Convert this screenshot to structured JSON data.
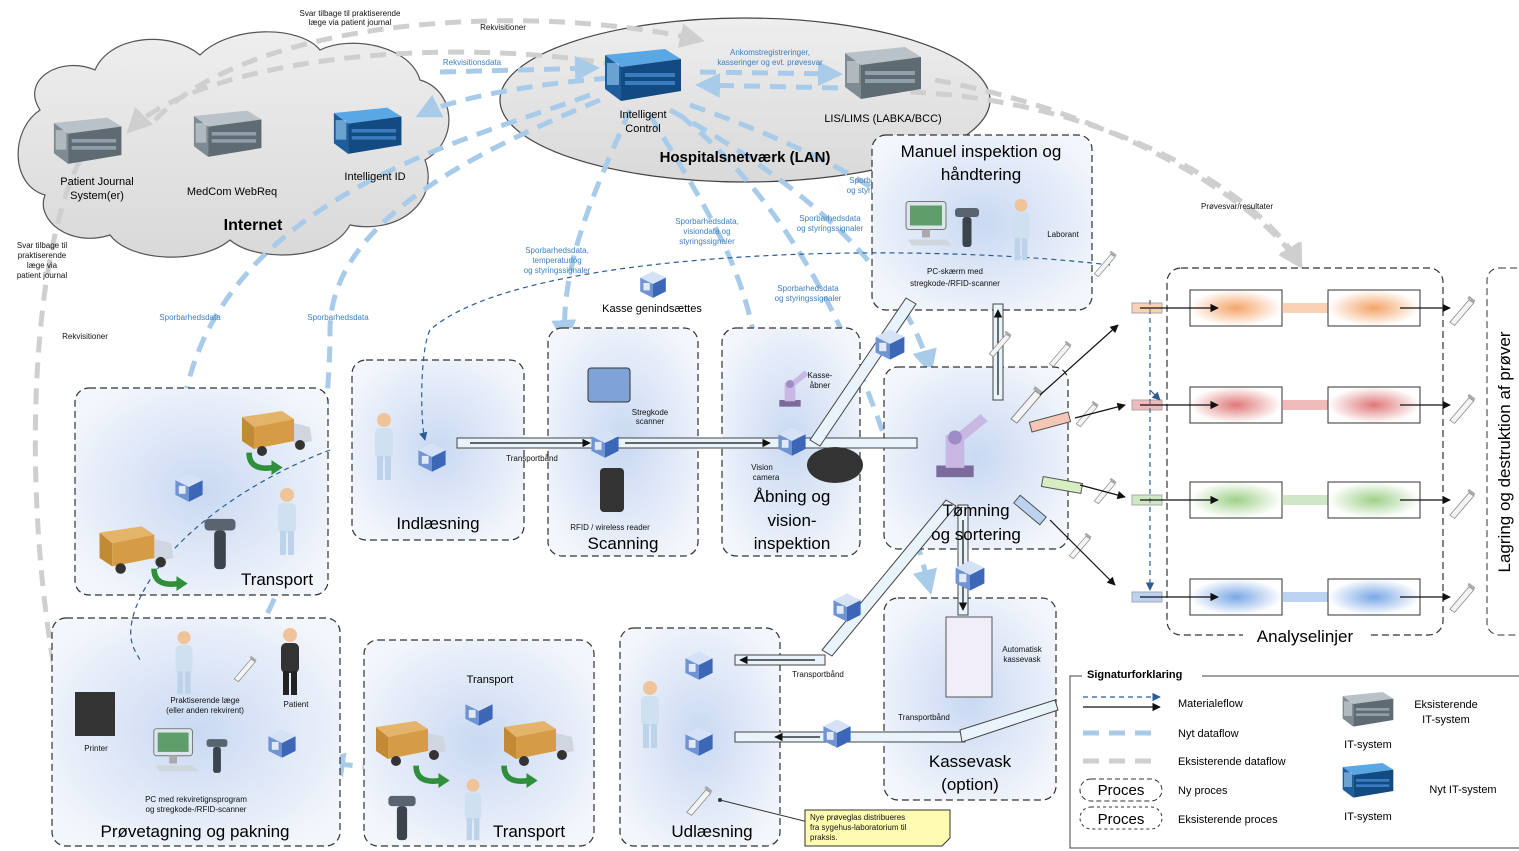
{
  "clouds": {
    "internet": {
      "title": "Internet",
      "servers": [
        {
          "label1": "Patient Journal",
          "label2": "System(er)"
        },
        {
          "label1": "MedCom WebReq",
          "label2": ""
        },
        {
          "label1": "Intelligent ID",
          "label2": ""
        }
      ]
    },
    "lan": {
      "title": "Hospitalsnetværk (LAN)",
      "servers": [
        {
          "label1": "Intelligent",
          "label2": "Control"
        },
        {
          "label1": "LIS/LIMS (LABKA/BCC)",
          "label2": ""
        }
      ]
    }
  },
  "flow_labels": {
    "svar_top1": "Svar tilbage til praktiserende",
    "svar_top2": "læge via patient journal",
    "rekvisitioner_top": "Rekvisitioner",
    "rekvisitionsdata": "Rekvisitionsdata",
    "ankomst1": "Ankomstregistreringer,",
    "ankomst2": "kasseringer og evt. prøvesvar",
    "svar_left": [
      "Svar tilbage til",
      "praktiserende",
      "læge via",
      "patient journal"
    ],
    "rekvisitioner_left": "Rekvisitioner",
    "sporbar1": "Sporbarhedsdata",
    "sporbar2": "Sporbarhedsdata",
    "sporbar_temp": [
      "Sporbarhedsdata,",
      "temperaturlog",
      "og styringssignaler"
    ],
    "sporbar_vision": [
      "Sporbarhedsdata,",
      "visiondata og",
      "styringssignaler"
    ],
    "sporbar_styr1": [
      "Sporbarhedsdata",
      "og styringssignaler"
    ],
    "sporbar_styr2": [
      "Sporbarhedsdata",
      "og styringssignaler"
    ],
    "sporbar_styr3": [
      "Sporbarhedsdata",
      "og styringssignaler"
    ],
    "provesvar": "Prøvesvar/resultater"
  },
  "processes": {
    "manuel": {
      "title1": "Manuel inspektion og",
      "title2": "håndtering",
      "laborant": "Laborant",
      "pc1": "PC-skærm med",
      "pc2": "stregkode-/RFID-scanner"
    },
    "kasse_genind": "Kasse genindsættes",
    "transport_top": {
      "title": "Transport"
    },
    "indlaesning": {
      "title": "Indlæsning",
      "transportbaand": "Transportbånd"
    },
    "scanning": {
      "title": "Scanning",
      "stregkode1": "Stregkode",
      "stregkode2": "scanner",
      "rfid": "RFID / wireless reader"
    },
    "aabning": {
      "title1": "Åbning og",
      "title2": "vision-",
      "title3": "inspektion",
      "kasseaabner1": "Kasse-",
      "kasseaabner2": "åbner",
      "vision1": "Vision",
      "vision2": "camera"
    },
    "tomning": {
      "title1": "Tømning",
      "title2": "og sortering"
    },
    "provetagning": {
      "title": "Prøvetagning og pakning",
      "laege1": "Praktiserende læge",
      "laege2": "(eller anden rekvirent)",
      "patient": "Patient",
      "printer": "Printer",
      "pc1": "PC med rekviretignsprogram",
      "pc2": "og stregkode-/RFID-scanner"
    },
    "transport_bottom": {
      "title": "Transport",
      "label": "Transport"
    },
    "udlaesning": {
      "title": "Udlæsning",
      "transportbaand": "Transportbånd"
    },
    "kassevask": {
      "title1": "Kassevask",
      "title2": "(option)",
      "auto1": "Automatisk",
      "auto2": "kassevask",
      "transportbaand": "Transportbånd"
    }
  },
  "note": [
    "Nye prøveglas distribueres",
    "fra sygehus-laboratorium til",
    "praksis."
  ],
  "analyse": {
    "title": "Analyselinjer",
    "colors": [
      "#f5a46a",
      "#e07878",
      "#9fd08a",
      "#7aa7e6"
    ]
  },
  "lagring": "Lagring og destruktion af prøver",
  "legend": {
    "title": "Signaturforklaring",
    "materialeflow": "Materialeflow",
    "nyt_dataflow": "Nyt dataflow",
    "eksisterende_dataflow": "Eksisterende dataflow",
    "ny_proces": "Ny proces",
    "eksisterende_proces": "Eksisterende proces",
    "proces_box": "Proces",
    "eksisterende1": "Eksisterende",
    "eksisterende2": "IT-system",
    "it_system": "IT-system",
    "nyt_it": "Nyt IT-system"
  }
}
